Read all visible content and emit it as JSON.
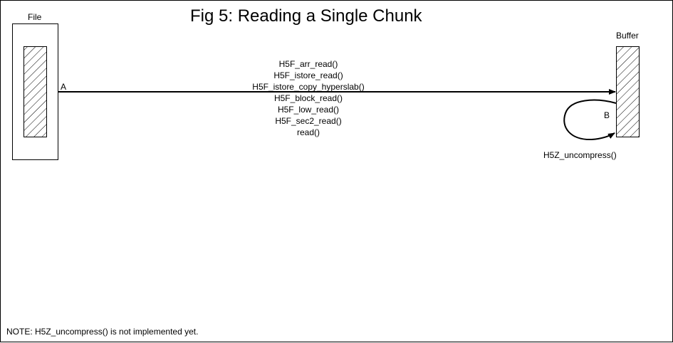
{
  "title": "Fig 5:  Reading a Single Chunk",
  "file_label": "File",
  "buffer_label": "Buffer",
  "path_labels": {
    "a": "A",
    "b": "B"
  },
  "read_calls": [
    "H5F_arr_read()",
    "H5F_istore_read()",
    "H5F_istore_copy_hyperslab()",
    "H5F_block_read()",
    "H5F_low_read()",
    "H5F_sec2_read()",
    "read()"
  ],
  "uncompress_call": "H5Z_uncompress()",
  "note": "NOTE: H5Z_uncompress() is not implemented yet."
}
